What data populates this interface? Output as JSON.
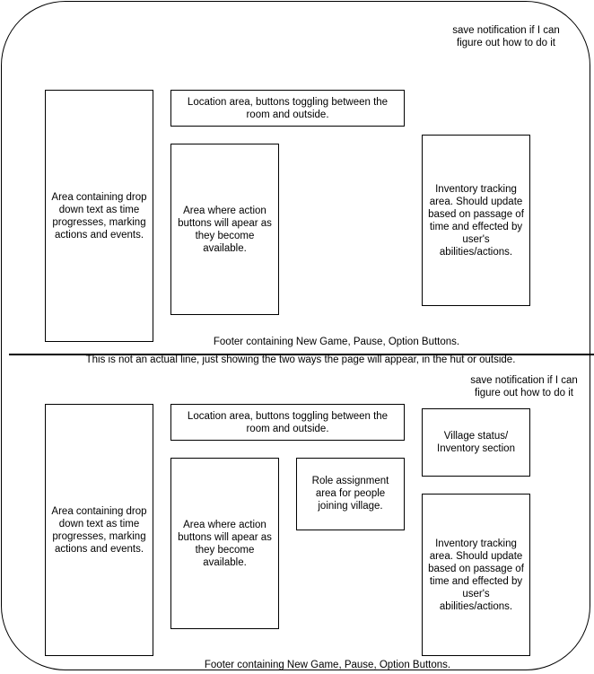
{
  "top": {
    "save_notification": "save notification if I can figure out how to do it",
    "log_area": "Area containing drop down text as time progresses, marking actions and events.",
    "location_area": "Location area, buttons toggling between the room and outside.",
    "action_area": "Area where action buttons will apear as they become available.",
    "inventory_area": "Inventory tracking area.  Should update based on passage of time and effected by user's abilities/actions.",
    "footer": "Footer containing New Game, Pause, Option Buttons."
  },
  "divider_note": "This is not an actual line, just showing the two ways the page will appear, in the hut or outside.",
  "bottom": {
    "save_notification": "save notification if I can figure out how to do it",
    "log_area": "Area containing drop down text as time progresses, marking actions and events.",
    "location_area": "Location area, buttons toggling between the room and outside.",
    "action_area": "Area where action buttons will apear as they become available.",
    "role_area": "Role assignment area for people joining village.",
    "village_status": "Village status/ Inventory section",
    "inventory_area": "Inventory tracking area.  Should update based on passage of time and effected by user's abilities/actions.",
    "footer": "Footer containing New Game, Pause, Option Buttons."
  }
}
